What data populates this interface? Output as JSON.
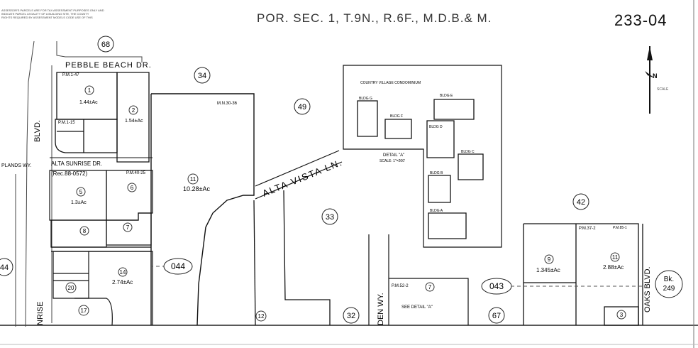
{
  "header": {
    "title": "POR. SEC. 1, T.9N., R.6F., M.D.B.& M.",
    "page_number": "233-04",
    "notes": [
      "ASSESSOR'S PARCELS ARE FOR TAX ASSESSMENT PURPOSES ONLY AND",
      "INDICATE PARCEL LEGALITY OF A BUILDING SITE, THE COUNTY",
      "RIGHTS REQUIRED BY ASSESSMENT MODELS CODE USE OF THIS"
    ]
  },
  "north_arrow": {
    "label": "N",
    "note": "SCALE"
  },
  "streets": {
    "pebble_beach": "PEBBLE BEACH DR.",
    "blvd_left": "BLVD.",
    "uplands": "PLANDS WY.",
    "alta_sunrise": "ALTA SUNRISE DR.",
    "alta_vista": "ALTA VISTA LN.",
    "nrise": "NRISE",
    "den_wy": "DEN WY.",
    "oaks_blvd": "OAKS BLVD."
  },
  "map_refs": {
    "ref_1": "P.M.1-47",
    "ref_2": "P.M.1-15",
    "ref_3": "(Rec.88-0572)",
    "ref_4": "M.N.30-36",
    "ref_5": "P.M.52-2",
    "ref_6": "P.M.37-2",
    "ref_7": "P.M.85-1",
    "ref_8": "P.M.40-25"
  },
  "book_numbers": [
    "68",
    "34",
    "49",
    "42",
    "33",
    "44",
    "32",
    "67"
  ],
  "page_ovals": [
    "044",
    "043"
  ],
  "bk_ref": {
    "bk": "Bk.",
    "num": "249"
  },
  "condo": {
    "title": "COUNTRY VILLAGE CONDOMINIUM",
    "detail": "DETAIL \"A\"",
    "scale": "SCALE: 1\"=200'",
    "bldgs": [
      "BLDG E",
      "BLDG F",
      "BLDG D",
      "BLDG C",
      "BLDG B",
      "BLDG A",
      "BLDG G"
    ]
  },
  "parcels": [
    {
      "num": "1",
      "area": "1.44±Ac"
    },
    {
      "num": "2",
      "area": "1.54±Ac"
    },
    {
      "num": "11",
      "area": "10.28±Ac"
    },
    {
      "num": "5",
      "area": "1.3±Ac"
    },
    {
      "num": "6",
      "area": ""
    },
    {
      "num": "8",
      "area": ""
    },
    {
      "num": "7",
      "area": ""
    },
    {
      "num": "14",
      "area": "2.74±Ac"
    },
    {
      "num": "20",
      "area": ""
    },
    {
      "num": "17",
      "area": ""
    },
    {
      "num": "12",
      "area": ""
    },
    {
      "num": "9",
      "area": "1.345±Ac"
    },
    {
      "num": "11",
      "area": "2.88±Ac"
    },
    {
      "num": "3",
      "area": ""
    },
    {
      "num": "7",
      "area": ""
    }
  ],
  "detail_label": "SEE DETAIL \"A\""
}
